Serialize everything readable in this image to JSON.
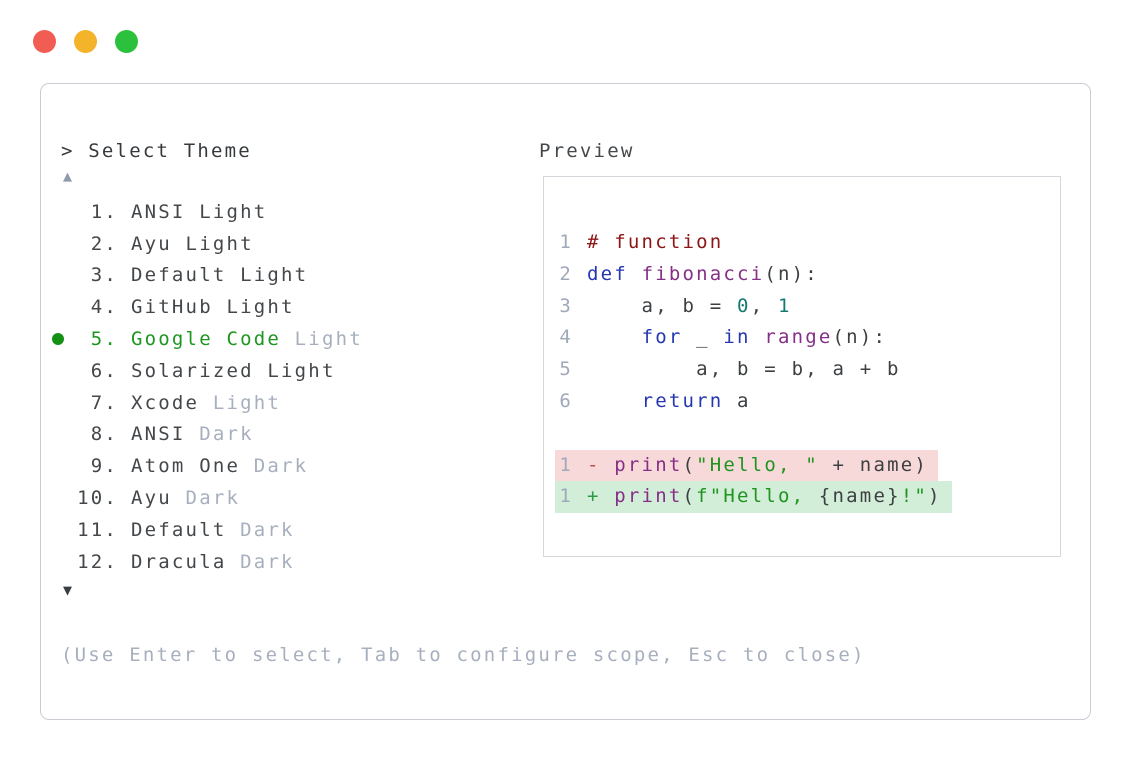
{
  "window": {
    "traffic_lights": [
      {
        "name": "close",
        "color": "#f25d53"
      },
      {
        "name": "minimize",
        "color": "#f3b32a"
      },
      {
        "name": "zoom",
        "color": "#2cc13c"
      }
    ]
  },
  "selector": {
    "prompt": "> Select Theme",
    "scroll_up": "▲",
    "scroll_down": "▼",
    "items": [
      {
        "num": "1.",
        "name": "ANSI Light",
        "suffix": "",
        "selected": false
      },
      {
        "num": "2.",
        "name": "Ayu Light",
        "suffix": "",
        "selected": false
      },
      {
        "num": "3.",
        "name": "Default Light",
        "suffix": "",
        "selected": false
      },
      {
        "num": "4.",
        "name": "GitHub Light",
        "suffix": "",
        "selected": false
      },
      {
        "num": "5.",
        "name": "Google Code",
        "suffix": " Light",
        "selected": true
      },
      {
        "num": "6.",
        "name": "Solarized Light",
        "suffix": "",
        "selected": false
      },
      {
        "num": "7.",
        "name": "Xcode",
        "suffix": " Light",
        "selected": false
      },
      {
        "num": "8.",
        "name": "ANSI",
        "suffix": " Dark",
        "selected": false
      },
      {
        "num": "9.",
        "name": "Atom One",
        "suffix": " Dark",
        "selected": false
      },
      {
        "num": "10.",
        "name": "Ayu",
        "suffix": " Dark",
        "selected": false
      },
      {
        "num": "11.",
        "name": "Default",
        "suffix": " Dark",
        "selected": false
      },
      {
        "num": "12.",
        "name": "Dracula",
        "suffix": " Dark",
        "selected": false
      }
    ],
    "footer_hint": "(Use Enter to select, Tab to configure scope, Esc to close)"
  },
  "preview": {
    "label": "Preview",
    "code_lines": [
      {
        "num": "1",
        "tokens": [
          {
            "t": "# function",
            "c": "com"
          }
        ]
      },
      {
        "num": "2",
        "tokens": [
          {
            "t": "def",
            "c": "kwd"
          },
          {
            "t": " ",
            "c": "pln"
          },
          {
            "t": "fibonacci",
            "c": "fun"
          },
          {
            "t": "(n):",
            "c": "pln"
          }
        ]
      },
      {
        "num": "3",
        "tokens": [
          {
            "t": "    a, b = ",
            "c": "pln"
          },
          {
            "t": "0",
            "c": "lit"
          },
          {
            "t": ", ",
            "c": "pln"
          },
          {
            "t": "1",
            "c": "lit"
          }
        ]
      },
      {
        "num": "4",
        "tokens": [
          {
            "t": "    ",
            "c": "pln"
          },
          {
            "t": "for",
            "c": "kwd"
          },
          {
            "t": " _ ",
            "c": "pln"
          },
          {
            "t": "in",
            "c": "kwd"
          },
          {
            "t": " ",
            "c": "pln"
          },
          {
            "t": "range",
            "c": "fun"
          },
          {
            "t": "(n):",
            "c": "pln"
          }
        ]
      },
      {
        "num": "5",
        "tokens": [
          {
            "t": "        a, b = b, a + b",
            "c": "pln"
          }
        ]
      },
      {
        "num": "6",
        "tokens": [
          {
            "t": "    ",
            "c": "pln"
          },
          {
            "t": "return",
            "c": "kwd"
          },
          {
            "t": " a",
            "c": "pln"
          }
        ]
      }
    ],
    "diff_lines": [
      {
        "num": "1",
        "kind": "removed",
        "tokens": [
          {
            "t": "- ",
            "c": "minus"
          },
          {
            "t": "print",
            "c": "fun"
          },
          {
            "t": "(",
            "c": "pln"
          },
          {
            "t": "\"Hello, \"",
            "c": "str"
          },
          {
            "t": " + name)",
            "c": "pln"
          }
        ]
      },
      {
        "num": "1",
        "kind": "added",
        "tokens": [
          {
            "t": "+ ",
            "c": "plus"
          },
          {
            "t": "print",
            "c": "fun"
          },
          {
            "t": "(",
            "c": "pln"
          },
          {
            "t": "f\"Hello, ",
            "c": "str"
          },
          {
            "t": "{name}",
            "c": "pln"
          },
          {
            "t": "!\"",
            "c": "str"
          },
          {
            "t": ")",
            "c": "pln"
          }
        ]
      }
    ]
  },
  "palette": {
    "selection_green": "#1d9620",
    "bullet_green": "#149114",
    "muted_gray": "#a7afbe",
    "panel_border": "#c9ccd2",
    "preview_border": "#d4d7db",
    "removed_bg": "#f8d9d9",
    "added_bg": "#d2edd8",
    "syntax_keyword": "#2436b2",
    "syntax_name": "#862f86",
    "syntax_comment": "#8c1515",
    "syntax_literal": "#147a70",
    "syntax_string": "#1f941f",
    "diff_minus": "#c74848",
    "diff_plus": "#2c9a44"
  }
}
